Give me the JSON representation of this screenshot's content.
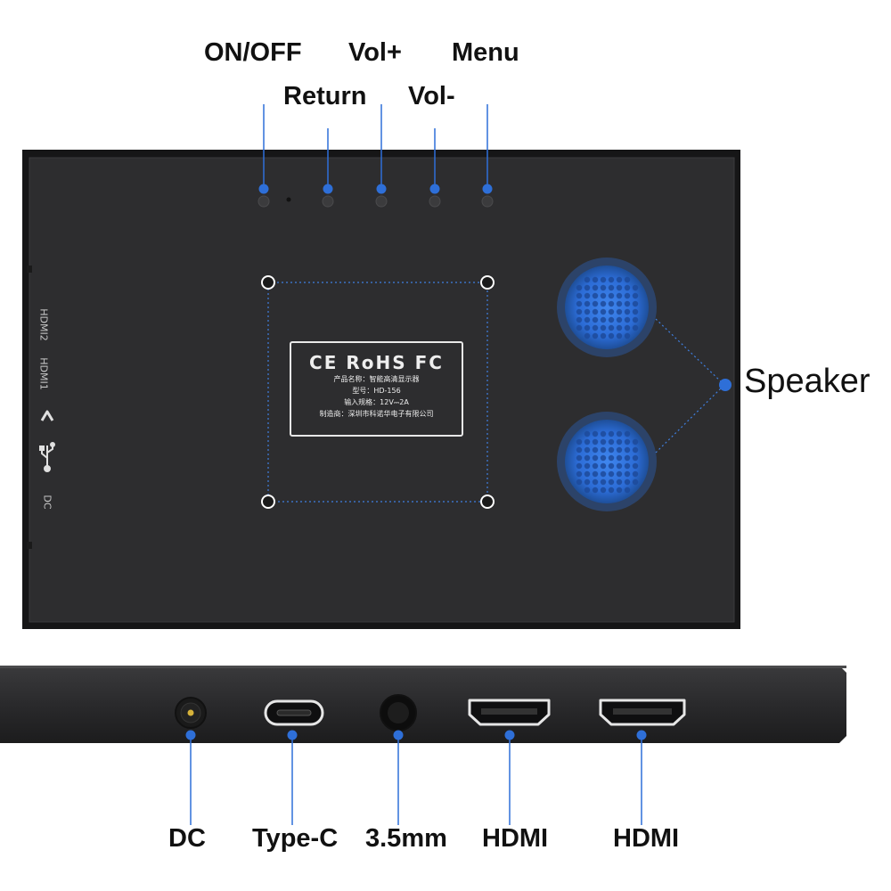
{
  "top_labels": {
    "on_off": "ON/OFF",
    "vol_plus": "Vol+",
    "menu": "Menu",
    "return": "Return",
    "vol_minus": "Vol-"
  },
  "speaker_label": "Speaker",
  "bottom_labels": {
    "dc": "DC",
    "type_c": "Type-C",
    "audio": "3.5mm",
    "hdmi_1": "HDMI",
    "hdmi_2": "HDMI"
  },
  "side_markings": {
    "hdmi2": "HDMI2",
    "hdmi1": "HDMI1",
    "dc": "DC"
  },
  "certification_plate": {
    "logos": "CE RoHS FC",
    "product_name": "产品名称：智能高清显示器",
    "model": "型号：HD-156",
    "input": "输入规格：12V⎓2A",
    "manufacturer": "制造商：深圳市科诺华电子有限公司"
  },
  "colors": {
    "accent_blue": "#2e6fd8",
    "panel": "#2d2d2f",
    "panel_border": "#161617",
    "background": "#ffffff"
  }
}
